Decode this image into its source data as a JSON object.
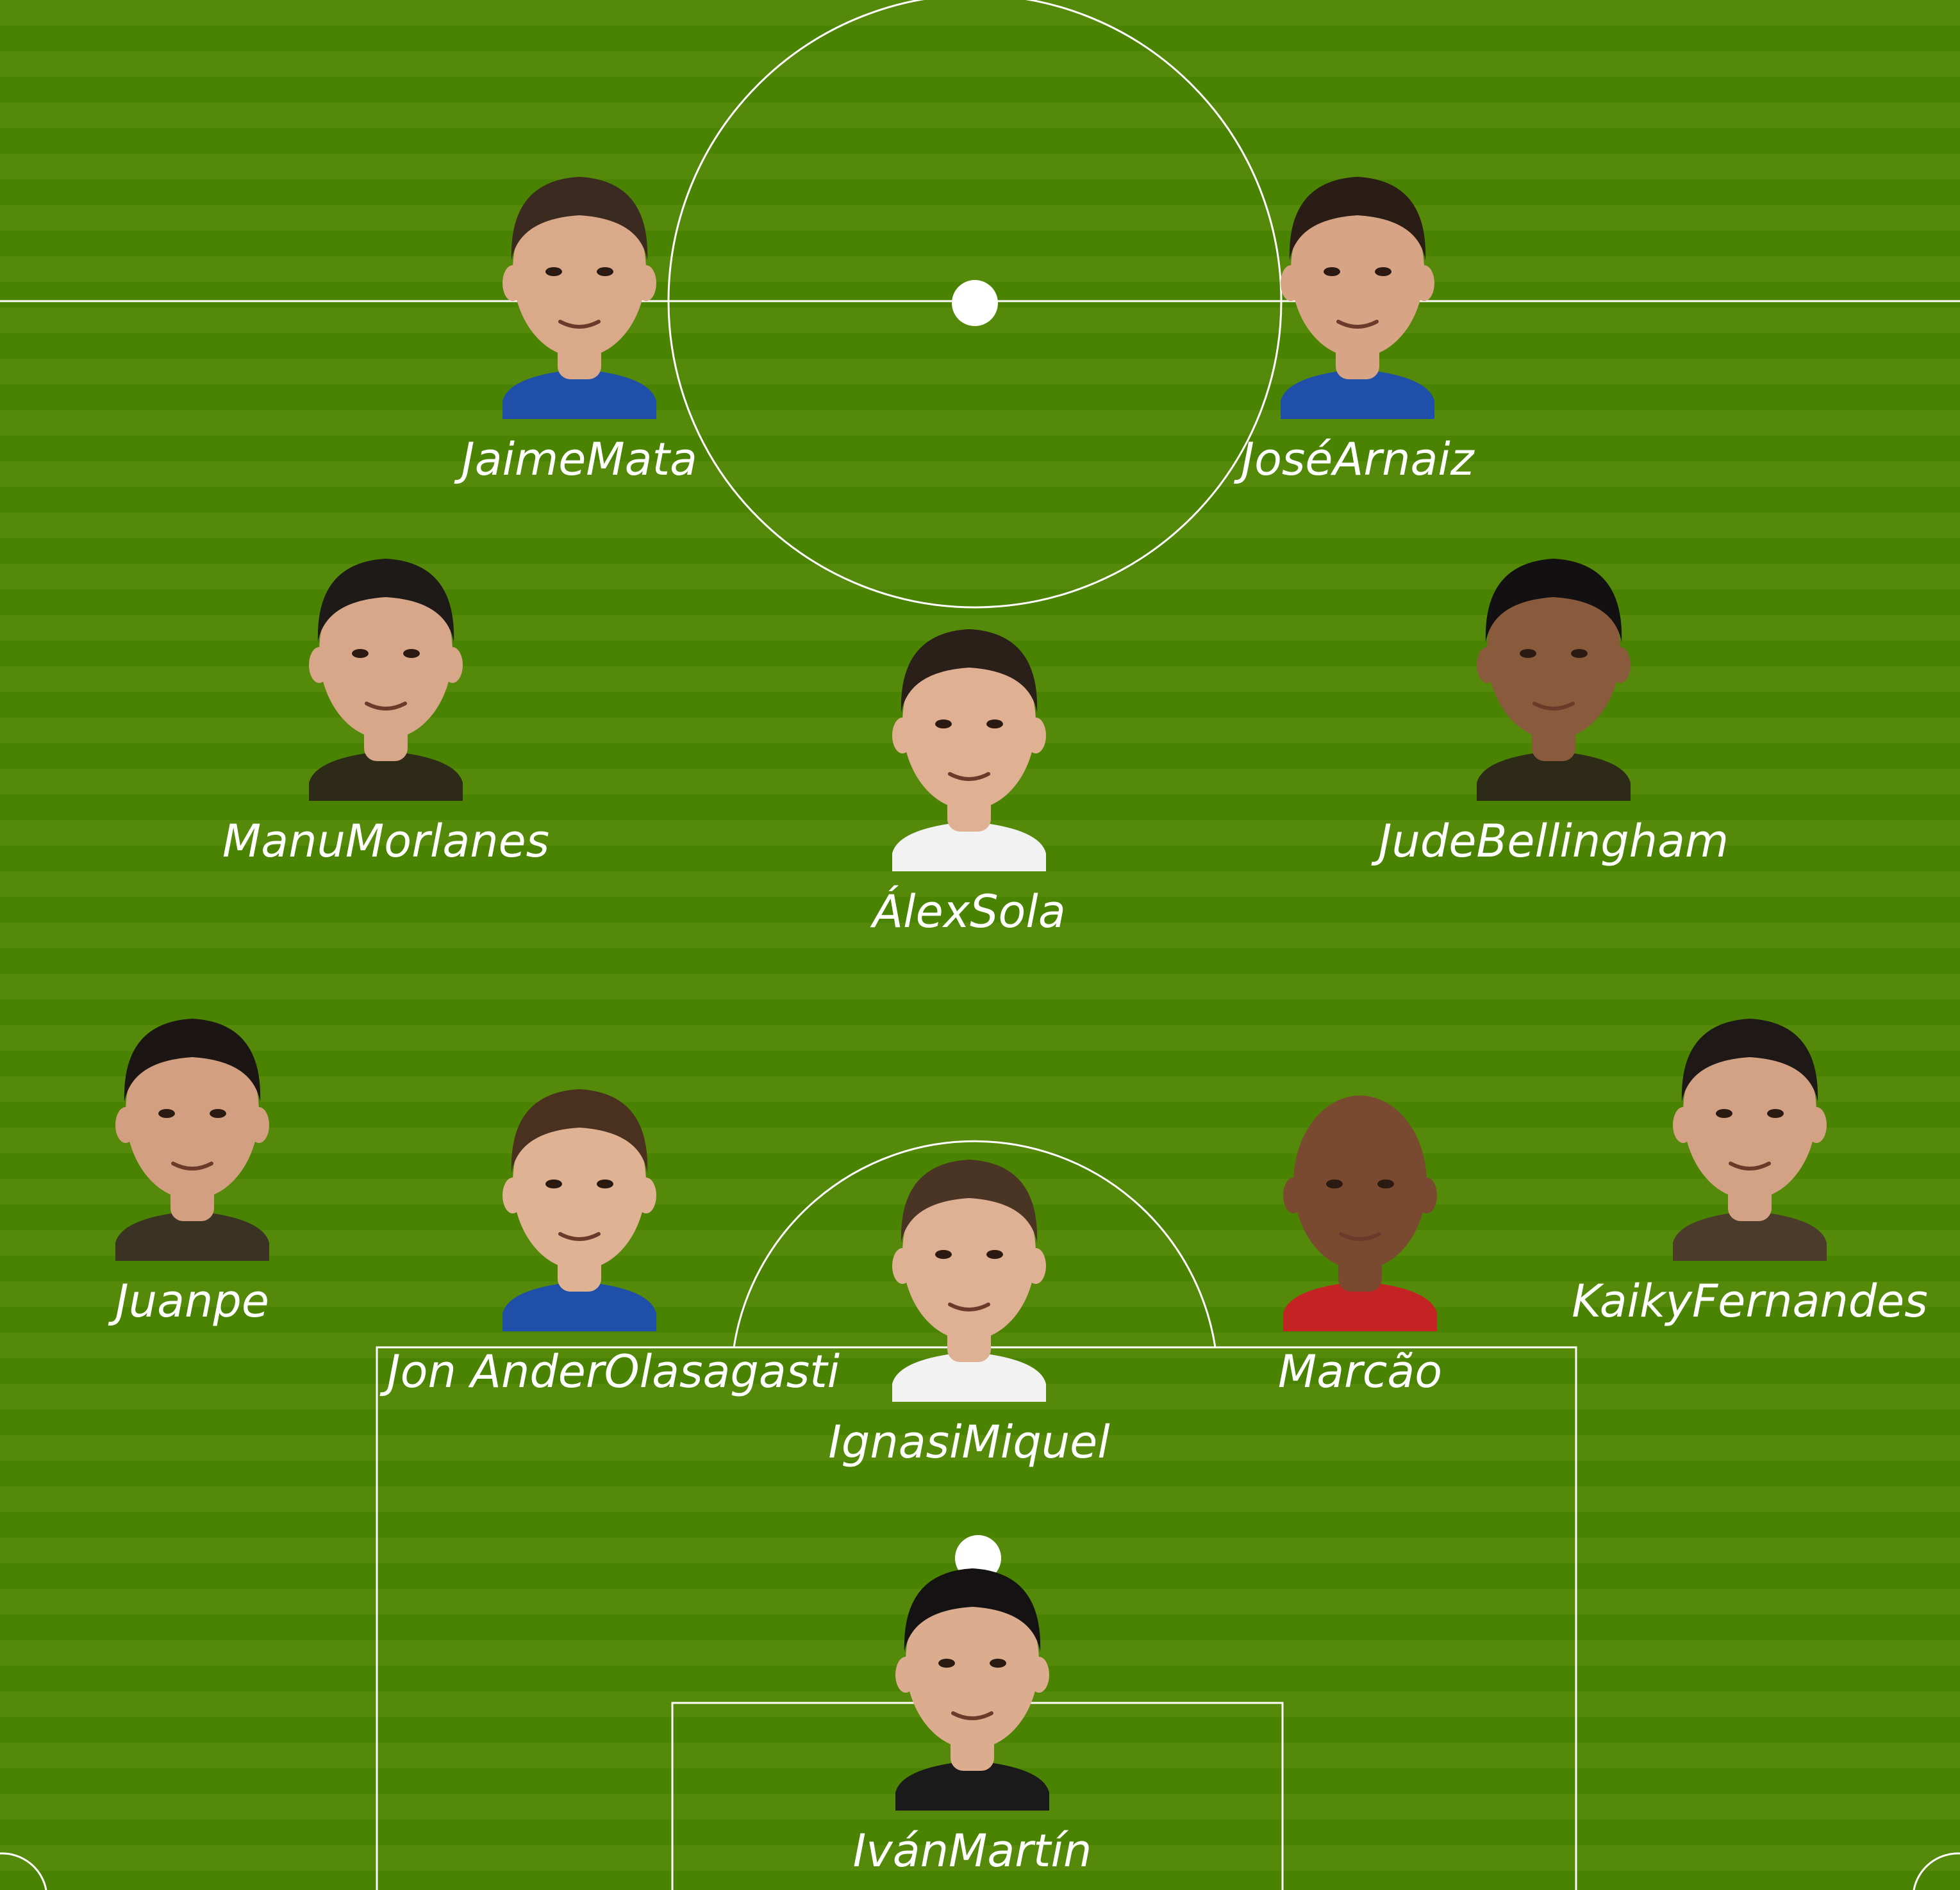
{
  "colors": {
    "stripe_light": "#55890a",
    "stripe_dark": "#4a8202",
    "line": "#ffffff",
    "name_text": "#ffffff"
  },
  "players": [
    {
      "id": "jaime-mata",
      "name": "JaimeMata",
      "skin": "#d9a98a",
      "hair": "#3b2a1f",
      "shirt": "#1f4fa8",
      "role": "forward"
    },
    {
      "id": "jose-arnaiz",
      "name": "JoséArnaiz",
      "skin": "#d7a585",
      "hair": "#2a1d16",
      "shirt": "#1f4fa8",
      "role": "forward"
    },
    {
      "id": "manu-morlanes",
      "name": "ManuMorlanes",
      "skin": "#d8a688",
      "hair": "#1e1a18",
      "shirt": "#2d2a18",
      "role": "midfielder"
    },
    {
      "id": "alex-sola",
      "name": "ÁlexSola",
      "skin": "#e0b093",
      "hair": "#2a1f19",
      "shirt": "#f2f2f2",
      "role": "midfielder"
    },
    {
      "id": "jude-bellingham",
      "name": "JudeBellingham",
      "skin": "#8a5a3c",
      "hair": "#121010",
      "shirt": "#2d2a18",
      "role": "midfielder"
    },
    {
      "id": "juanpe",
      "name": "Juanpe",
      "skin": "#d2a080",
      "hair": "#1b1614",
      "shirt": "#3a3324",
      "role": "defender"
    },
    {
      "id": "jon-ander-olasagasti",
      "name": "Jon AnderOlasagasti",
      "skin": "#e0b294",
      "hair": "#4a301f",
      "shirt": "#1f4fa8",
      "role": "defender"
    },
    {
      "id": "ignasi-miquel",
      "name": "IgnasiMiquel",
      "skin": "#deb094",
      "hair": "#4a3424",
      "shirt": "#f2f2f2",
      "role": "defender"
    },
    {
      "id": "marcao",
      "name": "Marcão",
      "skin": "#7a4a30",
      "hair": "#7a4a30",
      "shirt": "#c42323",
      "role": "defender"
    },
    {
      "id": "kaiky-fernandes",
      "name": "KaikyFernandes",
      "skin": "#d3a183",
      "hair": "#1e1816",
      "shirt": "#4a3b2a",
      "role": "defender"
    },
    {
      "id": "ivan-martin",
      "name": "IvánMartín",
      "skin": "#dcac8e",
      "hair": "#141212",
      "shirt": "#1a1a1a",
      "role": "goalkeeper"
    }
  ]
}
